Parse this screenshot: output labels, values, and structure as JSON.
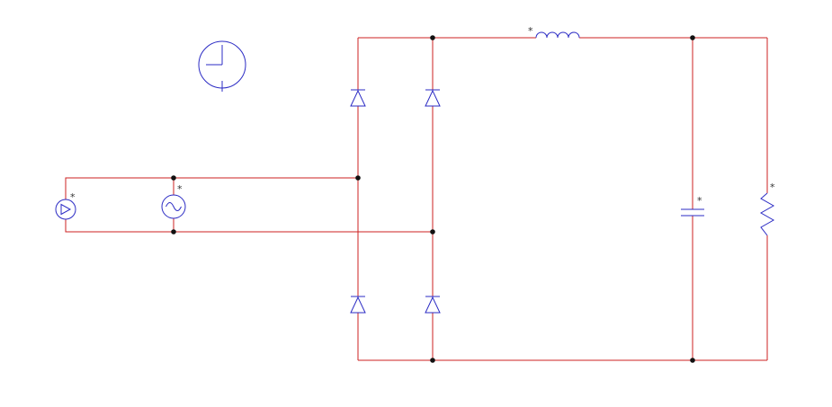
{
  "diagram": {
    "type": "circuit-schematic"
  },
  "colors": {
    "background": "#ffffff",
    "wire": "#cc2222",
    "component": "#2b2bc4",
    "junction": "#111111",
    "label": "#333333"
  },
  "labels": {
    "probe": "*",
    "source": "*",
    "inductor": "*",
    "capacitor": "*",
    "resistor": "*"
  },
  "components": [
    {
      "name": "simulation-clock"
    },
    {
      "name": "current-probe"
    },
    {
      "name": "ac-voltage-source"
    },
    {
      "name": "diode-top-left"
    },
    {
      "name": "diode-top-right"
    },
    {
      "name": "diode-bottom-left"
    },
    {
      "name": "diode-bottom-right"
    },
    {
      "name": "filter-inductor"
    },
    {
      "name": "filter-capacitor"
    },
    {
      "name": "load-resistor"
    }
  ]
}
